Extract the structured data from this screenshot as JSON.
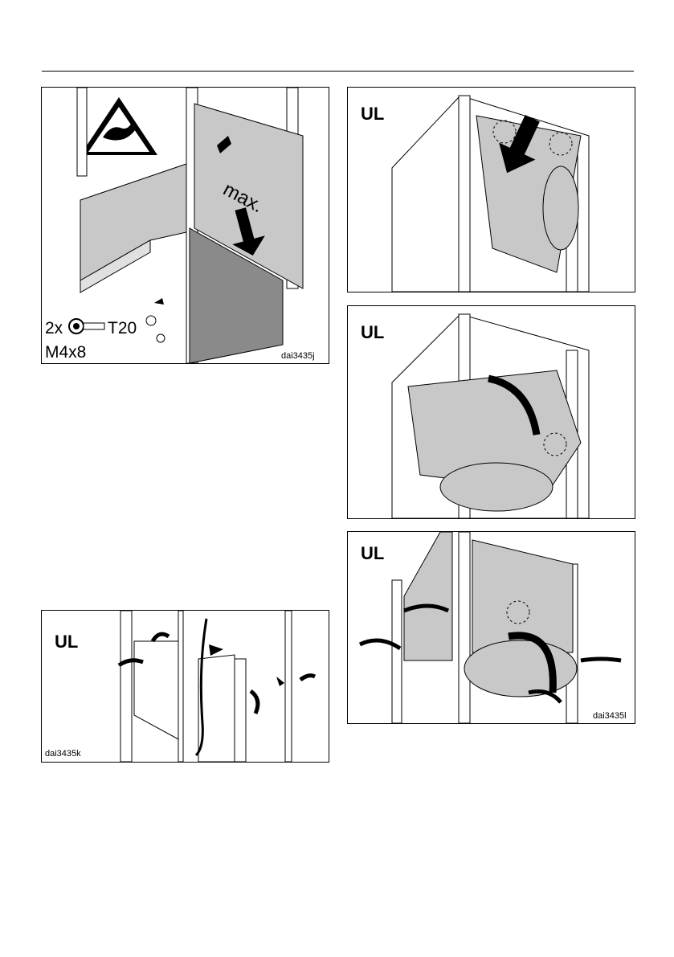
{
  "figures": [
    {
      "id": "j",
      "code": "dai3435j",
      "quantity": "2x",
      "screw_size": "M4x8",
      "tool": "T20",
      "annotation": "max.",
      "warning_sign": "hand-injury-warning-icon"
    },
    {
      "id": "k",
      "code": "dai3435k",
      "label": "UL"
    },
    {
      "id": "ul1",
      "label": "UL"
    },
    {
      "id": "ul2",
      "label": "UL"
    },
    {
      "id": "l",
      "code": "dai3435l",
      "label": "UL"
    }
  ],
  "colors": {
    "panel_grey": "#c8c8c8",
    "dark_grey": "#8a8a8a",
    "outline": "#000000"
  }
}
